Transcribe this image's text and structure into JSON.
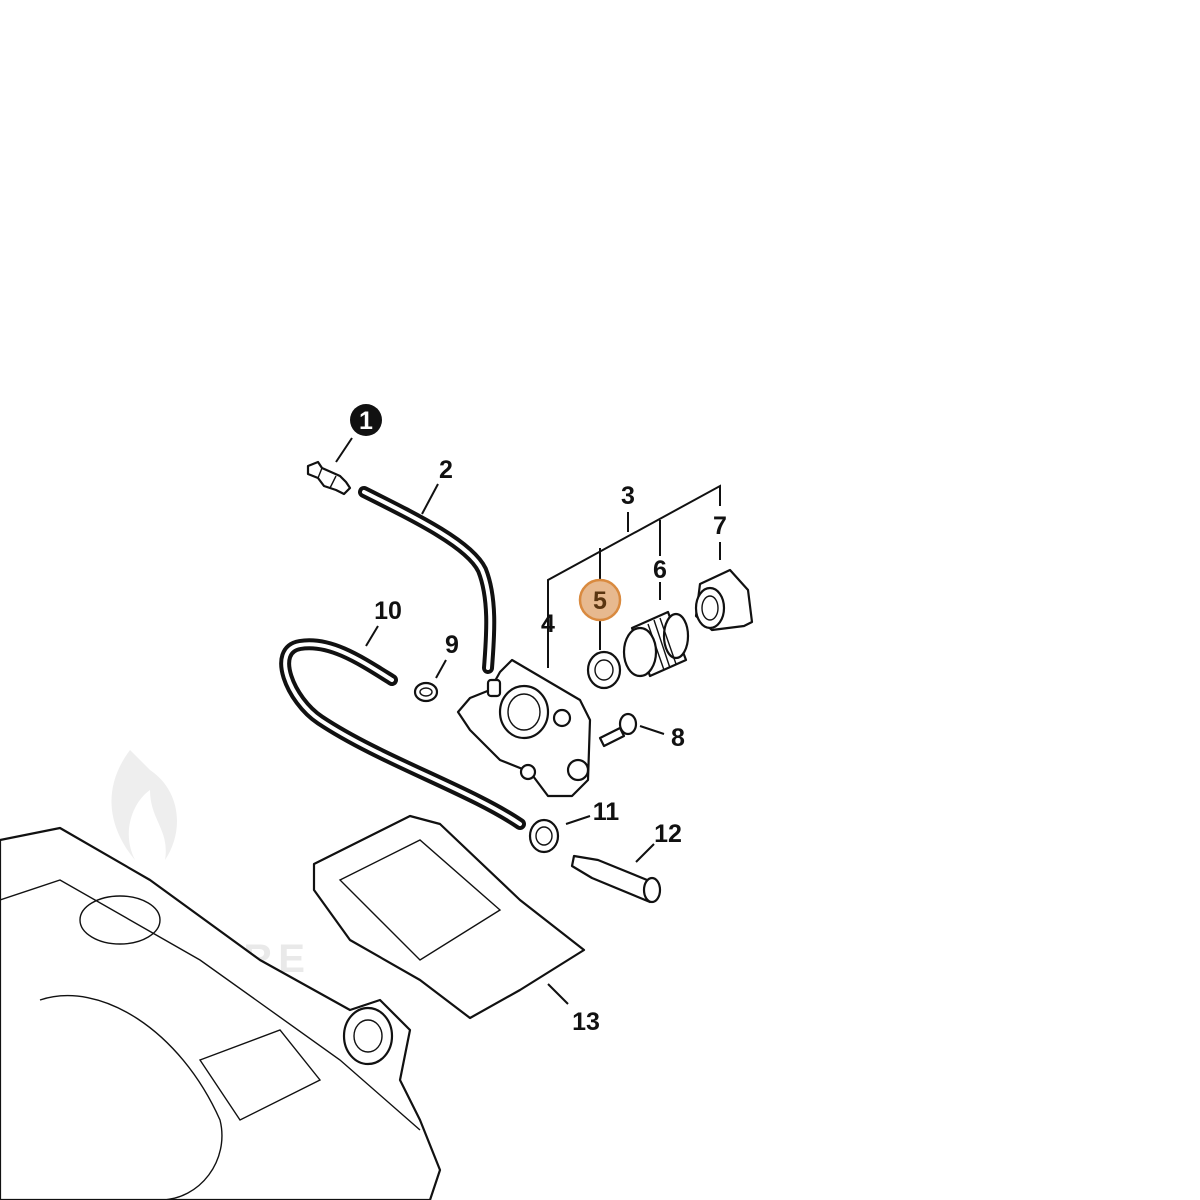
{
  "diagram": {
    "callouts": [
      {
        "id": "1",
        "text": "1"
      },
      {
        "id": "2",
        "text": "2"
      },
      {
        "id": "3",
        "text": "3"
      },
      {
        "id": "4",
        "text": "4"
      },
      {
        "id": "5",
        "text": "5"
      },
      {
        "id": "6",
        "text": "6"
      },
      {
        "id": "7",
        "text": "7"
      },
      {
        "id": "8",
        "text": "8"
      },
      {
        "id": "9",
        "text": "9"
      },
      {
        "id": "10",
        "text": "10"
      },
      {
        "id": "11",
        "text": "11"
      },
      {
        "id": "12",
        "text": "12"
      },
      {
        "id": "13",
        "text": "13"
      }
    ],
    "highlighted_part": "5",
    "highlight_color": "#e7b98f",
    "highlight_border": "#d98a3f",
    "marker_color": "#111111",
    "watermark": "ADVENTURE"
  }
}
